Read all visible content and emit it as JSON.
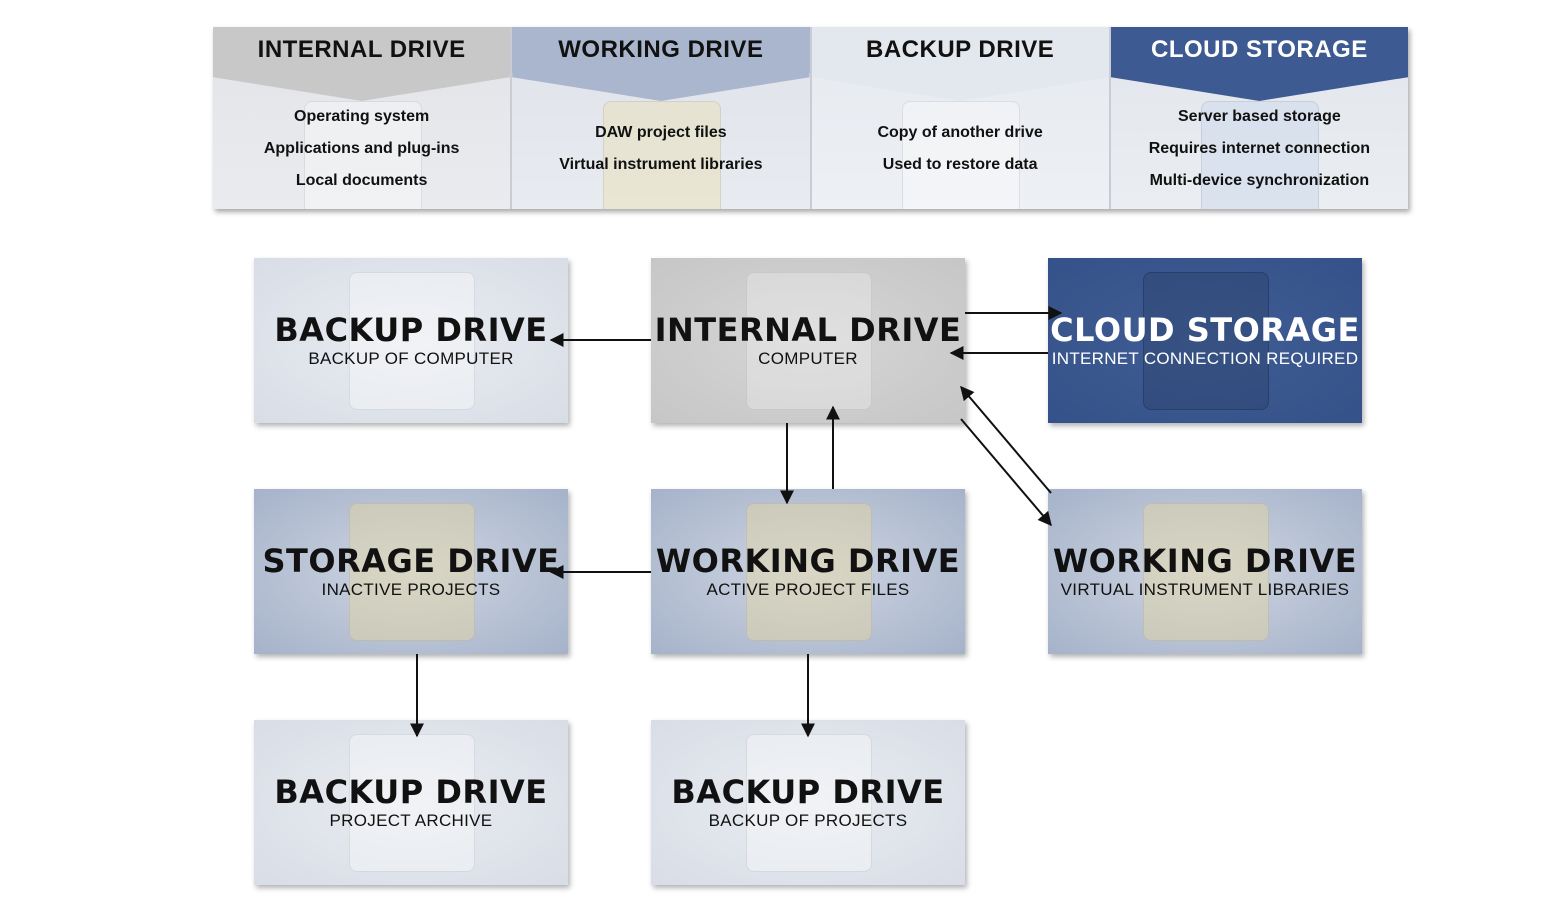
{
  "legend": [
    {
      "title": "INTERNAL DRIVE",
      "items": [
        "Operating system",
        "Applications and plug-ins",
        "Local documents"
      ]
    },
    {
      "title": "WORKING DRIVE",
      "items": [
        "DAW project files",
        "Virtual instrument libraries"
      ]
    },
    {
      "title": "BACKUP DRIVE",
      "items": [
        "Copy of another drive",
        "Used to restore data"
      ]
    },
    {
      "title": "CLOUD STORAGE",
      "items": [
        "Server based storage",
        "Requires internet connection",
        "Multi-device synchronization"
      ]
    }
  ],
  "nodes": {
    "backup_computer": {
      "title": "BACKUP DRIVE",
      "subtitle": "BACKUP OF COMPUTER"
    },
    "internal": {
      "title": "INTERNAL DRIVE",
      "subtitle": "COMPUTER"
    },
    "cloud": {
      "title": "CLOUD STORAGE",
      "subtitle": "INTERNET CONNECTION REQUIRED"
    },
    "storage": {
      "title": "STORAGE DRIVE",
      "subtitle": "INACTIVE PROJECTS"
    },
    "working_active": {
      "title": "WORKING DRIVE",
      "subtitle": "ACTIVE PROJECT FILES"
    },
    "working_libraries": {
      "title": "WORKING DRIVE",
      "subtitle": "VIRTUAL INSTRUMENT LIBRARIES"
    },
    "backup_archive": {
      "title": "BACKUP DRIVE",
      "subtitle": "PROJECT ARCHIVE"
    },
    "backup_projects": {
      "title": "BACKUP DRIVE",
      "subtitle": "BACKUP OF PROJECTS"
    }
  },
  "edges": [
    {
      "from": "internal",
      "to": "backup_computer"
    },
    {
      "from": "internal",
      "to": "cloud"
    },
    {
      "from": "cloud",
      "to": "internal"
    },
    {
      "from": "internal",
      "to": "working_active"
    },
    {
      "from": "working_active",
      "to": "internal"
    },
    {
      "from": "internal",
      "to": "working_libraries"
    },
    {
      "from": "working_libraries",
      "to": "internal"
    },
    {
      "from": "working_active",
      "to": "storage"
    },
    {
      "from": "storage",
      "to": "backup_archive"
    },
    {
      "from": "working_active",
      "to": "backup_projects"
    }
  ],
  "colors": {
    "internal": "#c8c8c8",
    "working": "#a9b6cd",
    "backup": "#e3e7ee",
    "cloud": "#3e5a92"
  }
}
